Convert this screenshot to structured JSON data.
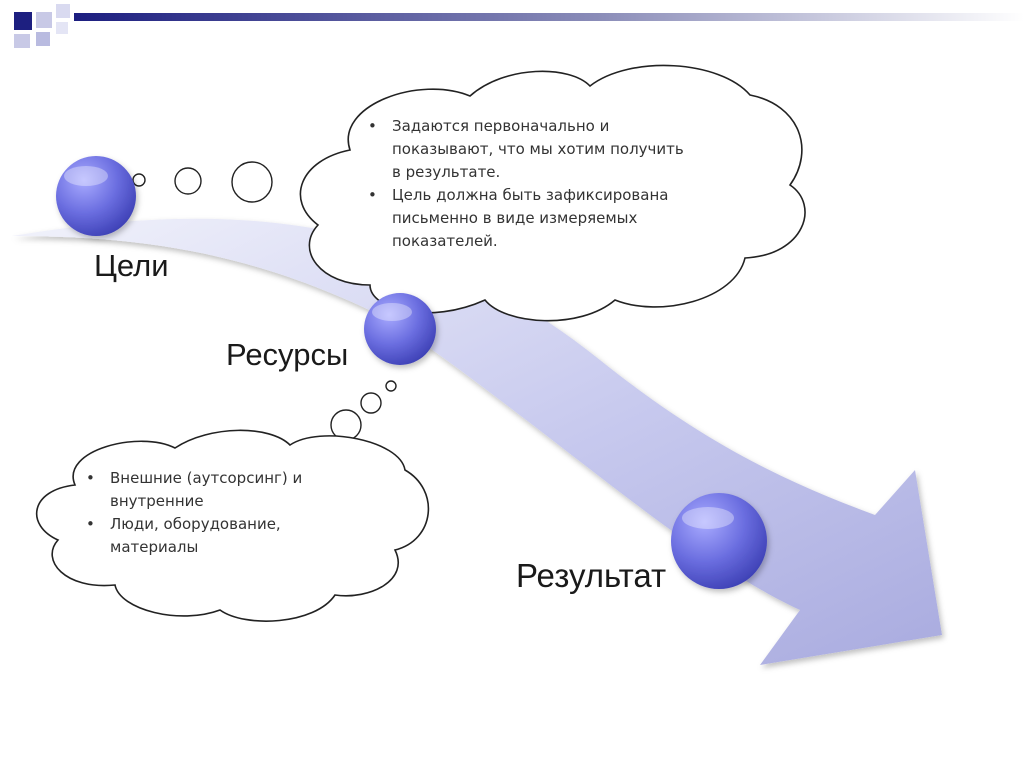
{
  "labels": {
    "goals": "Цели",
    "resources": "Ресурсы",
    "result": "Результат"
  },
  "cloud_goals": {
    "items": [
      "Задаются первоначально и показывают, что мы хотим получить в результате.",
      "Цель должна быть зафиксирована письменно в виде измеряемых показателей."
    ]
  },
  "cloud_resources": {
    "items": [
      "Внешние (аутсорсинг) и внутренние",
      "Люди, оборудование, материалы"
    ]
  },
  "colors": {
    "arrow_light": "#eceef9",
    "arrow_dark": "#b3b6e3",
    "sphere": "#6d70dd",
    "header_bar": "#1d1f80"
  }
}
